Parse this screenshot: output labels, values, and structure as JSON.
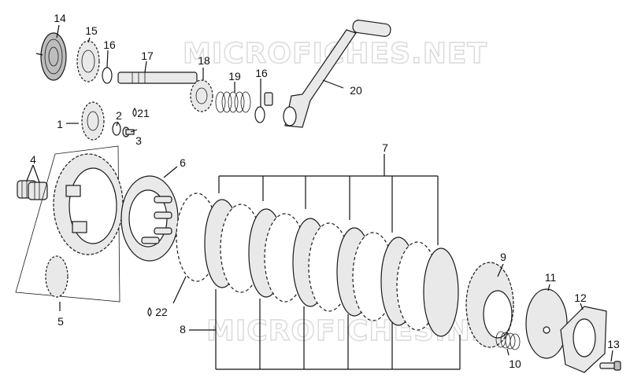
{
  "watermark": "MICROFICHES.NET",
  "callouts": {
    "c1": "1",
    "c2": "2",
    "c3": "3",
    "c4": "4",
    "c5": "5",
    "c6": "6",
    "c7": "7",
    "c8": "8",
    "c9": "9",
    "c10": "10",
    "c11": "11",
    "c12": "12",
    "c13": "13",
    "c14": "14",
    "c15": "15",
    "c16a": "16",
    "c16b": "16",
    "c17": "17",
    "c18": "18",
    "c19": "19",
    "c20": "20",
    "c21": "21",
    "c22": "22"
  },
  "colors": {
    "line": "#111111",
    "part_fill": "#e9e9e9",
    "watermark": "#d9d9d9"
  }
}
